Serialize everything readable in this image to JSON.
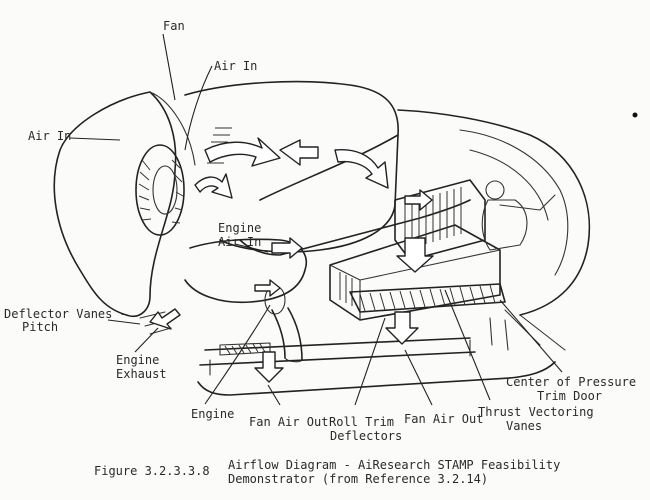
{
  "labels": {
    "fan": "Fan",
    "air_in_top": "Air In",
    "air_in_left": "Air In",
    "engine_air_in_1": "Engine",
    "engine_air_in_2": "Air In",
    "deflector_vanes_1": "Deflector Vanes -",
    "deflector_vanes_2": "Pitch",
    "engine_exhaust_1": "Engine",
    "engine_exhaust_2": "Exhaust",
    "engine": "Engine",
    "fan_air_out_left": "Fan Air Out",
    "roll_trim_1": "Roll Trim",
    "roll_trim_2": "Deflectors",
    "fan_air_out_right": "Fan Air Out",
    "thrust_vectoring_1": "Thrust Vectoring",
    "thrust_vectoring_2": "Vanes",
    "center_pressure_1": "Center of Pressure",
    "center_pressure_2": "Trim Door"
  },
  "caption": {
    "figure_number": "Figure 3.2.3.3.8",
    "line1": "Airflow Diagram - AiResearch STAMP Feasibility",
    "line2": "Demonstrator (from Reference 3.2.14)"
  },
  "icons": {
    "vehicle": "vehicle-drawing-icon",
    "pilot": "pilot-figure-icon"
  }
}
